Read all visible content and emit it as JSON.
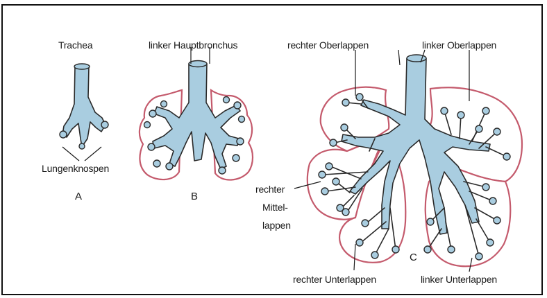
{
  "colors": {
    "bronchus_fill": "#a9cde0",
    "bronchus_outline": "#2a2a2a",
    "lung_outline": "#c45a6c",
    "frame": "#111111"
  },
  "panels": {
    "a": {
      "letter": "A",
      "labels": {
        "trachea": "Trachea",
        "buds": "Lungenknospen"
      }
    },
    "b": {
      "letter": "B",
      "labels": {
        "main_bronchus": "linker Hauptbronchus"
      }
    },
    "c": {
      "letter": "C",
      "labels": {
        "right_upper": "rechter Oberlappen",
        "left_upper": "linker Oberlappen",
        "right_middle_1": "rechter",
        "right_middle_2": "Mittel-",
        "right_middle_3": "lappen",
        "right_lower": "rechter Unterlappen",
        "left_lower": "linker Unterlappen"
      }
    }
  }
}
